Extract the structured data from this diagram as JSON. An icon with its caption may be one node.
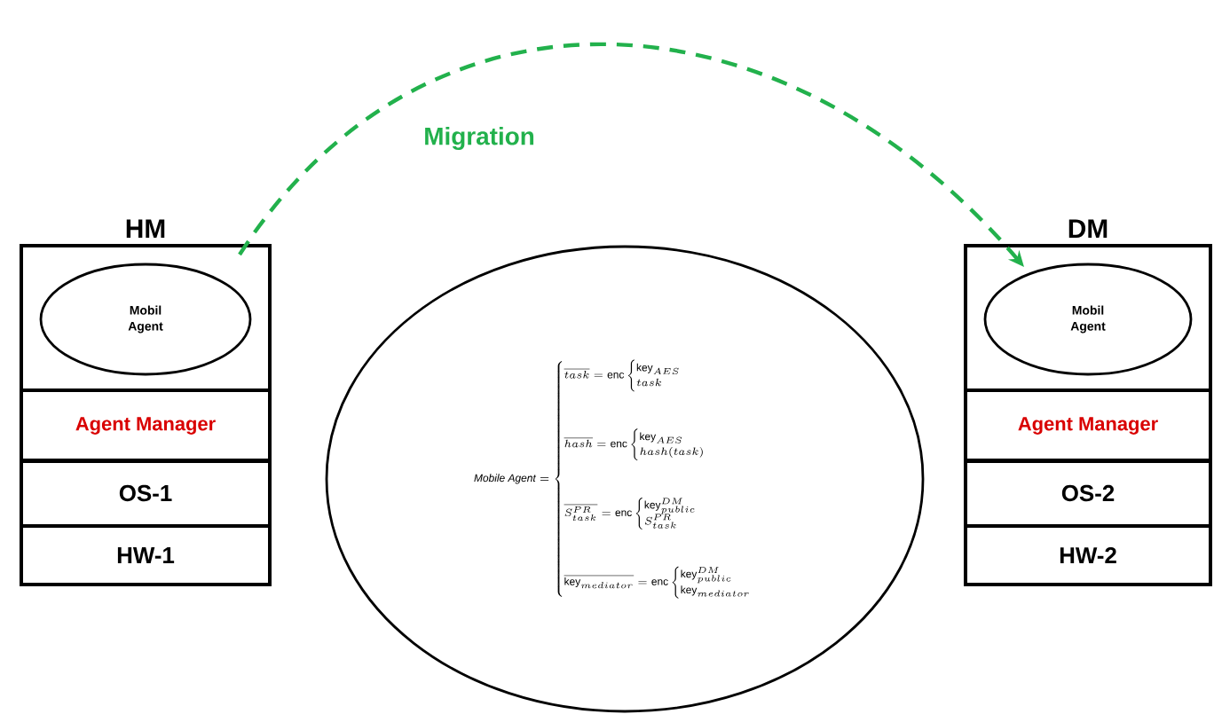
{
  "diagram": {
    "nodes": [
      {
        "text": [
          "HM"
        ]
      },
      {
        "text": [
          "Mobil Agent"
        ],
        "in": 0
      },
      {
        "text": [
          "Agent Manager"
        ],
        "in": 0
      },
      {
        "text": [
          "OS-1"
        ],
        "in": 0
      },
      {
        "text": [
          "HW-1"
        ],
        "in": 0
      },
      {
        "text": [
          "\\mathit{Mobile\\ Agent} = \\begin{cases} \\overline{task} = \\mathrm{enc} \\begin{cases} \\mathrm{key}_{AES} \\\\ task \\end{cases} \\\\[26pt] \\overline{hash} = \\mathrm{enc} \\begin{cases} \\mathrm{key}_{AES} \\\\ hash(task) \\end{cases} \\\\[26pt] \\overline{S^{PR}_{task}} = \\mathrm{enc} \\begin{cases} \\mathrm{key}^{DM}_{public} \\\\ S^{PR}_{task} \\end{cases} \\\\[26pt] \\overline{\\mathrm{key}_{mediator}} = \\mathrm{enc} \\begin{cases} \\mathrm{key}^{DM}_{public} \\\\ \\mathrm{key}_{mediator} \\end{cases} \\end{cases}"
        ]
      },
      {
        "text": [
          "DM"
        ]
      },
      {
        "text": [
          "Mobil Agent"
        ],
        "in": 6
      },
      {
        "text": [
          "Agent Manager"
        ],
        "in": 6
      },
      {
        "text": [
          "OS-2"
        ],
        "in": 6
      },
      {
        "text": [
          "HW-2"
        ],
        "in": 6
      }
    ],
    "edges": [
      {
        "from": 0,
        "to": 6,
        "arrow": "to",
        "label": "Migration",
        "style": "dashed",
        "color": "#22b14c"
      }
    ]
  }
}
